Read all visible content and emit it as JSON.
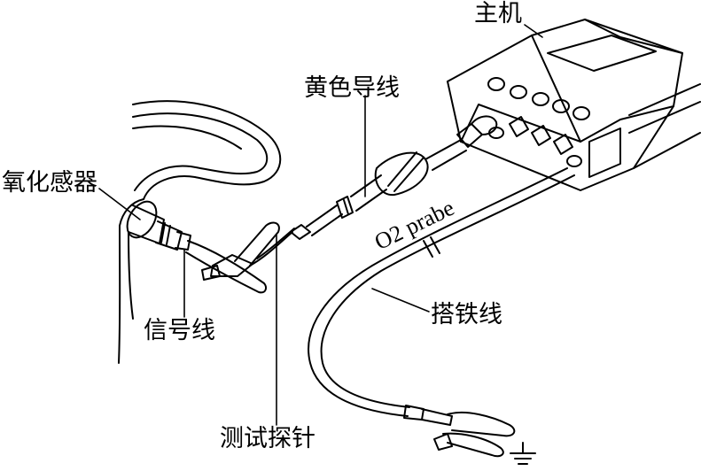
{
  "labels": {
    "host": "主机",
    "yellow_wire": "黄色导线",
    "oxygen_sensor": "氧化感器",
    "signal_wire": "信号线",
    "probe_text": "O2 prabe",
    "ground_wire": "搭铁线",
    "test_probe": "测试探针"
  },
  "colors": {
    "line": "#000000",
    "background": "#ffffff"
  }
}
